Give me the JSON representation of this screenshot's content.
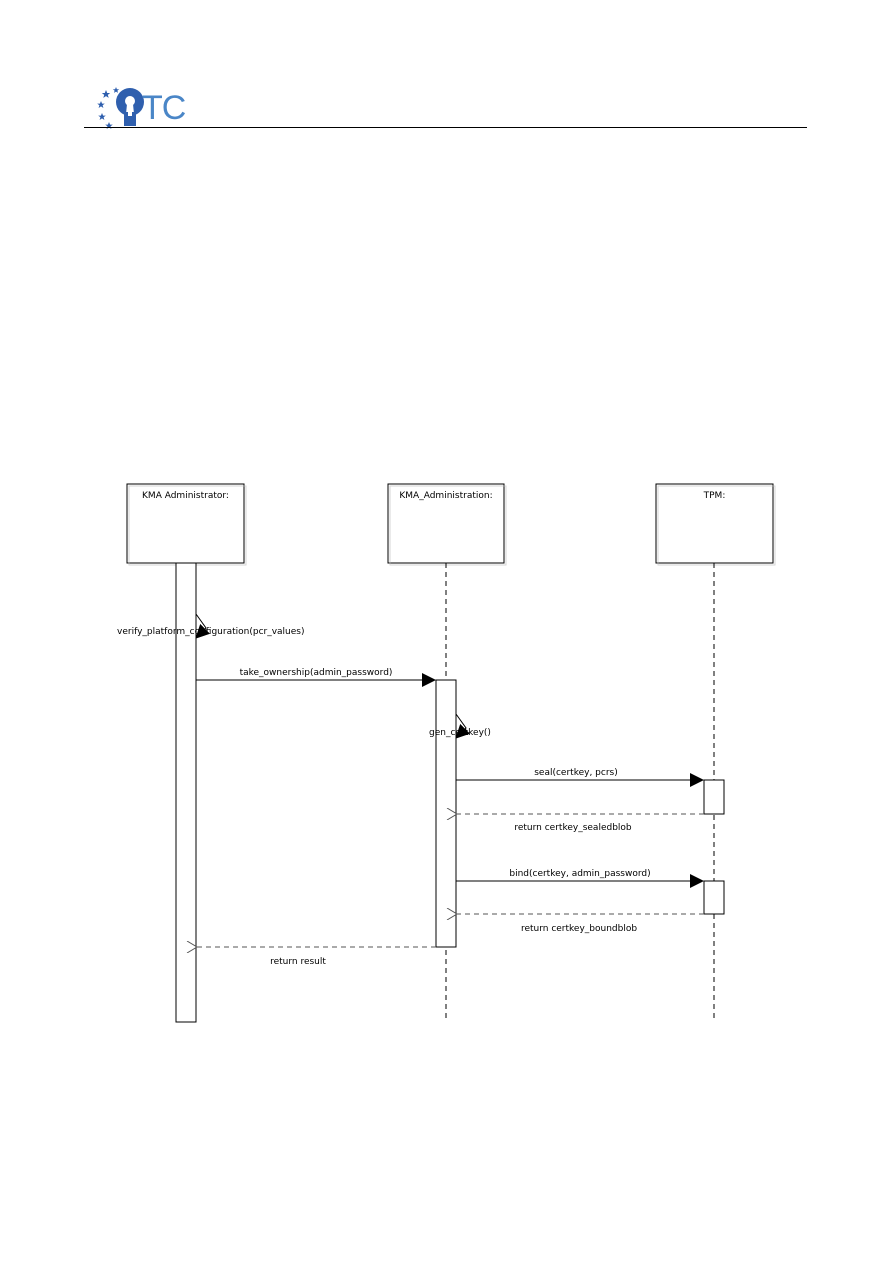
{
  "header": {
    "logo_text": "TC",
    "brand_color": "#4a86c7"
  },
  "diagram": {
    "type": "uml-sequence",
    "lifelines": [
      {
        "id": "admin",
        "label": "KMA Administrator:"
      },
      {
        "id": "admn",
        "label": "KMA_Administration:"
      },
      {
        "id": "tpm",
        "label": "TPM:"
      }
    ],
    "messages": [
      {
        "id": "m1",
        "label": "verify_platform_configuration(pcr_values)",
        "kind": "self-call"
      },
      {
        "id": "m2",
        "label": "take_ownership(admin_password)",
        "kind": "call"
      },
      {
        "id": "m3",
        "label": "gen_certkey()",
        "kind": "self-call"
      },
      {
        "id": "m4",
        "label": "seal(certkey, pcrs)",
        "kind": "call"
      },
      {
        "id": "m5",
        "label": "return certkey_sealedblob",
        "kind": "return"
      },
      {
        "id": "m6",
        "label": "bind(certkey, admin_password)",
        "kind": "call"
      },
      {
        "id": "m7",
        "label": "return certkey_boundblob",
        "kind": "return"
      },
      {
        "id": "m8",
        "label": "return result",
        "kind": "return"
      }
    ]
  }
}
